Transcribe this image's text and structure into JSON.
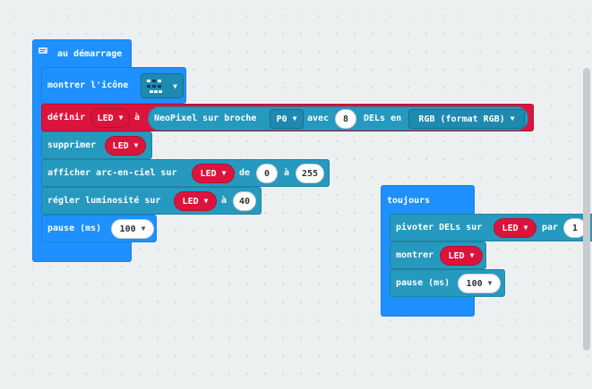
{
  "on_start": {
    "hat_label": "au démarrage",
    "show_icon_label": "montrer l'icône",
    "set_label": "définir",
    "set_variable": "LED",
    "set_to": "à",
    "neopixel_label": "NeoPixel sur broche",
    "neopixel_pin": "P0",
    "neopixel_with": "avec",
    "neopixel_count": "8",
    "neopixel_leds_in": "DELs en",
    "neopixel_mode": "RGB (format RGB)",
    "clear_label": "supprimer",
    "clear_variable": "LED",
    "rainbow_label": "afficher arc-en-ciel sur",
    "rainbow_variable": "LED",
    "rainbow_from": "de",
    "rainbow_start": "0",
    "rainbow_to": "à",
    "rainbow_end": "255",
    "brightness_label": "régler luminosité sur",
    "brightness_variable": "LED",
    "brightness_to": "à",
    "brightness_value": "40",
    "pause_label": "pause (ms)",
    "pause_value": "100"
  },
  "forever": {
    "hat_label": "toujours",
    "rotate_label": "pivoter DELs sur",
    "rotate_variable": "LED",
    "rotate_by": "par",
    "rotate_value": "1",
    "show_label": "montrer",
    "show_variable": "LED",
    "pause_label": "pause (ms)",
    "pause_value": "100"
  },
  "colors": {
    "basic": "#1e90ff",
    "neopixel": "#2699bf",
    "variable": "#dc143c",
    "workspace": "#ecf0f1"
  },
  "icons": [
    "comment-icon",
    "led-icon-picker",
    "dropdown-caret-icon"
  ]
}
